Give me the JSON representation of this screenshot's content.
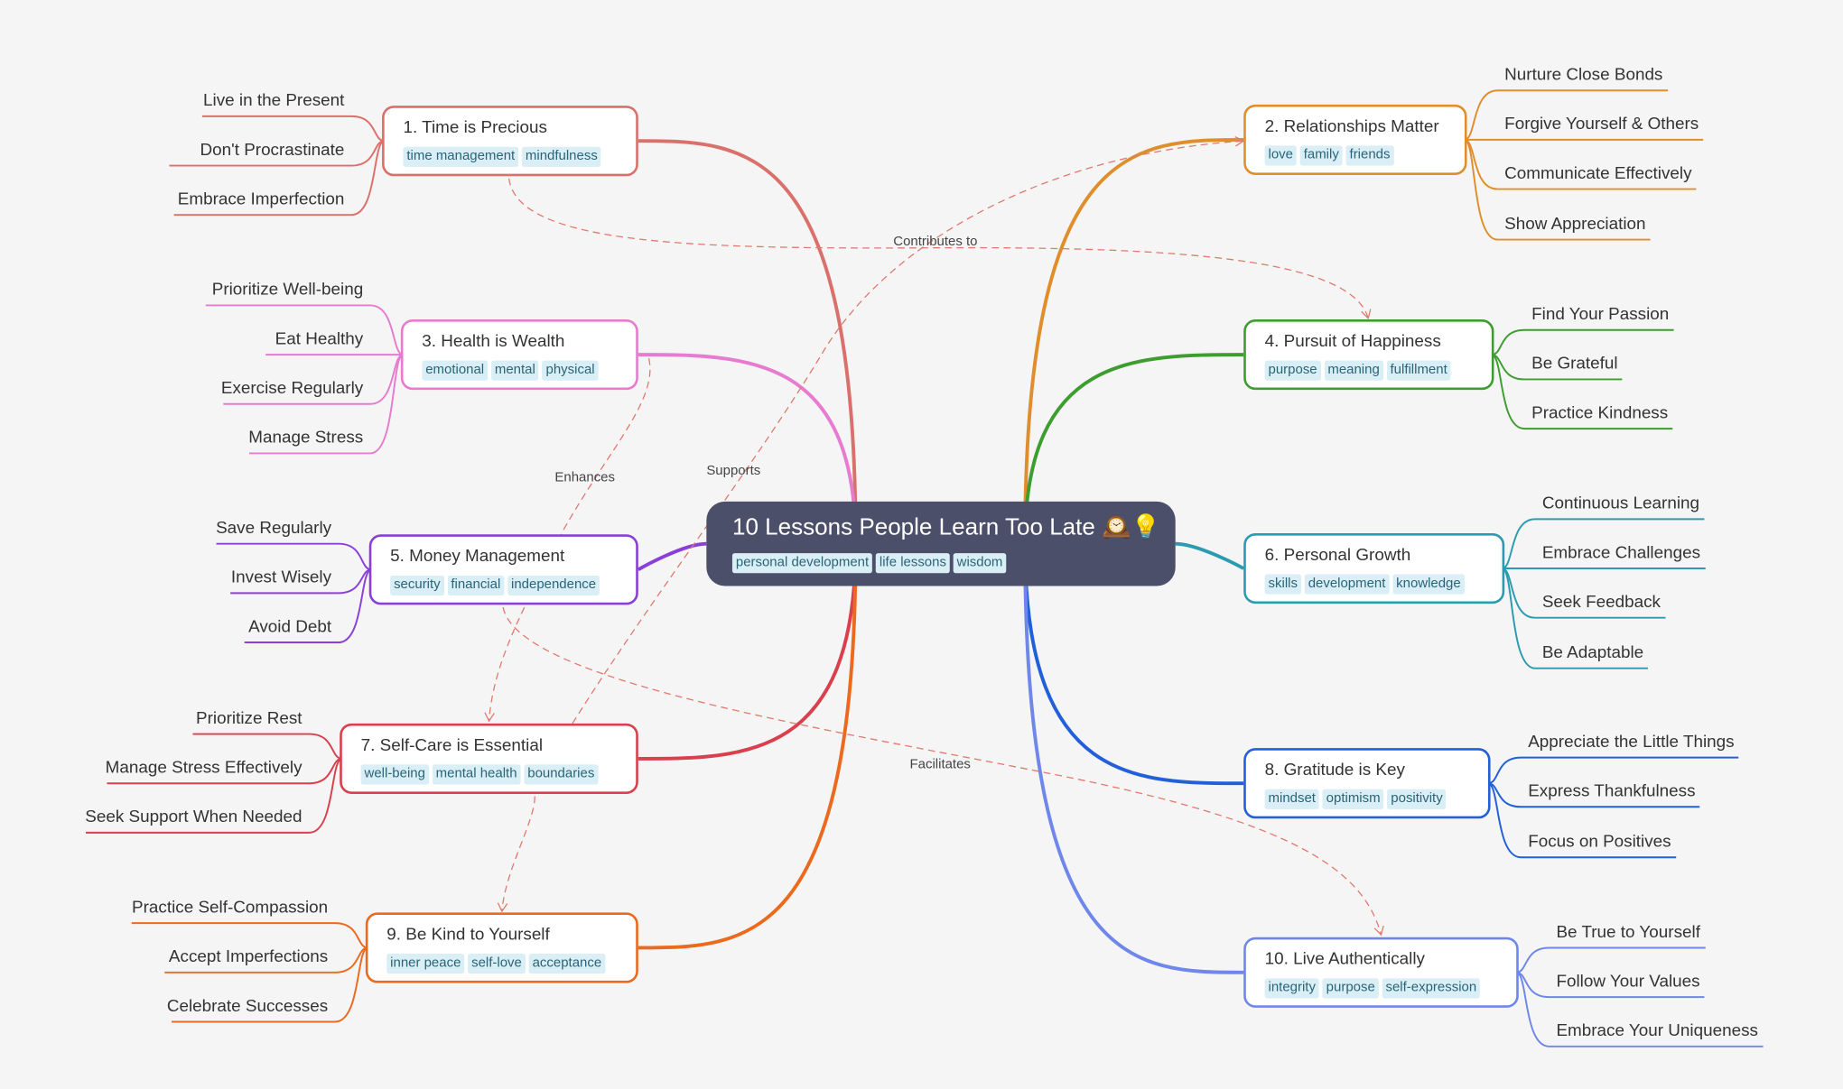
{
  "root": {
    "title": "10 Lessons People Learn Too Late",
    "emoji": "🕰️💡",
    "tags": [
      "personal development",
      "life lessons",
      "wisdom"
    ]
  },
  "branches": [
    {
      "title": "1. Time is Precious",
      "color": "#d9706b",
      "side": "left",
      "tags": [
        "time management",
        "mindfulness"
      ],
      "children": [
        "Live in the Present",
        "Don't Procrastinate",
        "Embrace Imperfection"
      ]
    },
    {
      "title": "2. Relationships Matter",
      "color": "#e08e2b",
      "side": "right",
      "tags": [
        "love",
        "family",
        "friends"
      ],
      "children": [
        "Nurture Close Bonds",
        "Forgive Yourself & Others",
        "Communicate Effectively",
        "Show Appreciation"
      ]
    },
    {
      "title": "3. Health is Wealth",
      "color": "#e67bd0",
      "side": "left",
      "tags": [
        "emotional",
        "mental",
        "physical"
      ],
      "children": [
        "Prioritize Well-being",
        "Eat Healthy",
        "Exercise Regularly",
        "Manage Stress"
      ]
    },
    {
      "title": "4. Pursuit of Happiness",
      "color": "#3e9d2f",
      "side": "right",
      "tags": [
        "purpose",
        "meaning",
        "fulfillment"
      ],
      "children": [
        "Find Your Passion",
        "Be Grateful",
        "Practice Kindness"
      ]
    },
    {
      "title": "5. Money Management",
      "color": "#8a3fd9",
      "side": "left",
      "tags": [
        "security",
        "financial",
        "independence"
      ],
      "children": [
        "Save Regularly",
        "Invest Wisely",
        "Avoid Debt"
      ]
    },
    {
      "title": "6. Personal Growth",
      "color": "#2a9bb0",
      "side": "right",
      "tags": [
        "skills",
        "development",
        "knowledge"
      ],
      "children": [
        "Continuous Learning",
        "Embrace Challenges",
        "Seek Feedback",
        "Be Adaptable"
      ]
    },
    {
      "title": "7. Self-Care is Essential",
      "color": "#d9404e",
      "side": "left",
      "tags": [
        "well-being",
        "mental health",
        "boundaries"
      ],
      "children": [
        "Prioritize Rest",
        "Manage Stress Effectively",
        "Seek Support When Needed"
      ]
    },
    {
      "title": "8. Gratitude is Key",
      "color": "#2160d9",
      "side": "right",
      "tags": [
        "mindset",
        "optimism",
        "positivity"
      ],
      "children": [
        "Appreciate the Little Things",
        "Express Thankfulness",
        "Focus on Positives"
      ]
    },
    {
      "title": "9. Be Kind to Yourself",
      "color": "#eb6a1d",
      "side": "left",
      "tags": [
        "inner peace",
        "self-love",
        "acceptance"
      ],
      "children": [
        "Practice Self-Compassion",
        "Accept Imperfections",
        "Celebrate Successes"
      ]
    },
    {
      "title": "10. Live Authentically",
      "color": "#6f86ea",
      "side": "right",
      "tags": [
        "integrity",
        "purpose",
        "self-expression"
      ],
      "children": [
        "Be True to Yourself",
        "Follow Your Values",
        "Embrace Your Uniqueness"
      ]
    }
  ],
  "relationships": [
    {
      "from": "1. Time is Precious",
      "to": "4. Pursuit of Happiness",
      "label": "Contributes to"
    },
    {
      "from": "3. Health is Wealth",
      "to": "7. Self-Care is Essential",
      "label": "Enhances"
    },
    {
      "from": "7. Self-Care is Essential",
      "to": "2. Relationships Matter",
      "label": "Supports"
    },
    {
      "from": "5. Money Management",
      "to": "10. Live Authentically",
      "label": "Facilitates"
    },
    {
      "from": "7. Self-Care is Essential",
      "to": "9. Be Kind to Yourself",
      "label": ""
    }
  ],
  "colors": {
    "root_background": "#4c4f69",
    "relationship_line": "#e07a6e",
    "canvas_background": "#f5f5f5"
  }
}
